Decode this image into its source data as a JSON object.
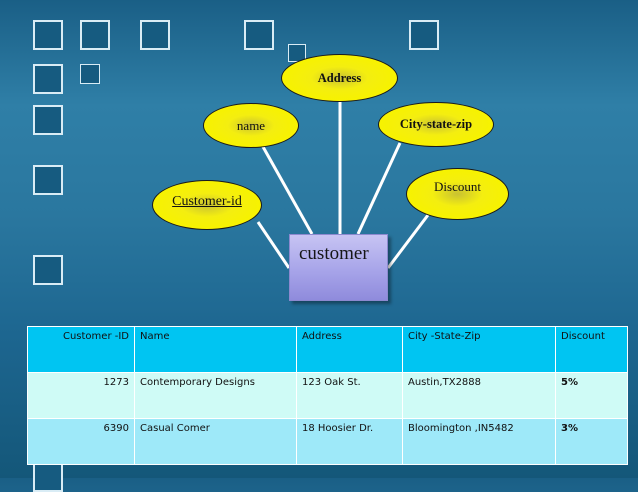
{
  "diagram": {
    "entity": "customer",
    "attributes": {
      "address": "Address",
      "name": "name",
      "city_state_zip": "City-state-zip",
      "discount": "Discount",
      "customer_id": "Customer-id"
    }
  },
  "table": {
    "headers": [
      "Customer -ID",
      "Name",
      "Address",
      "City -State-Zip",
      "Discount"
    ],
    "rows": [
      [
        "1273",
        "Contemporary Designs",
        "123 Oak St.",
        "Austin,TX2888",
        "5%"
      ],
      [
        "6390",
        "Casual Comer",
        "18 Hoosier Dr.",
        "Bloomington ,IN5482",
        "3%"
      ]
    ]
  },
  "colors": {
    "background": "#2a779f",
    "attribute_fill": "#f7f200",
    "entity_fill": "#a7a4e9",
    "table_header": "#00c5f2",
    "table_row_1": "#cffbf6",
    "table_row_2": "#9ee9f9"
  }
}
